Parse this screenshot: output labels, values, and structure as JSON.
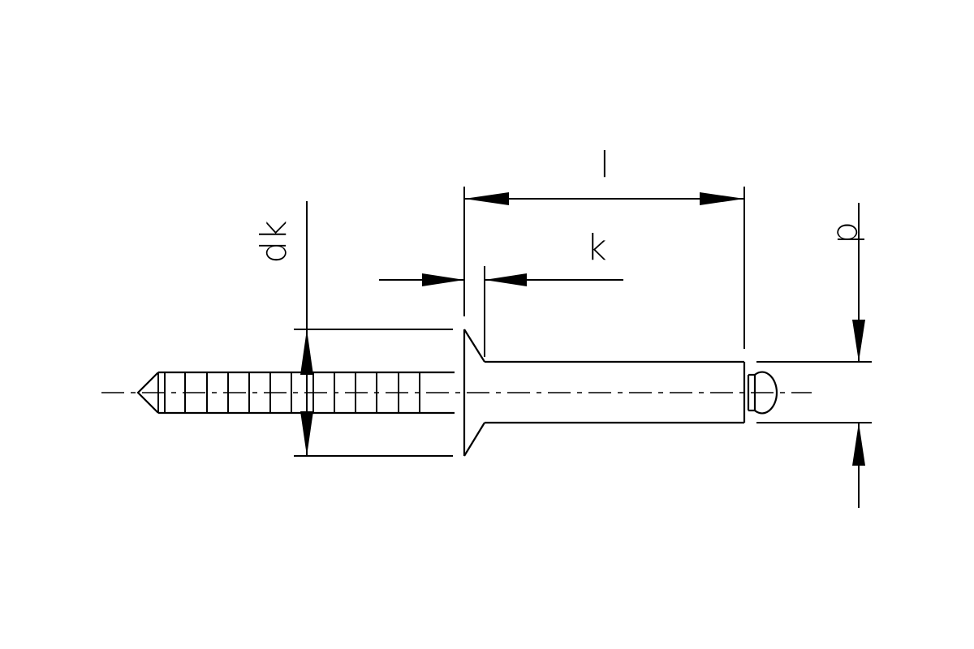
{
  "diagram": {
    "labels": {
      "length": "l",
      "head_height": "k",
      "head_diameter": "dk",
      "body_diameter": "d"
    },
    "colors": {
      "stroke": "#000000",
      "background": "#ffffff"
    }
  }
}
